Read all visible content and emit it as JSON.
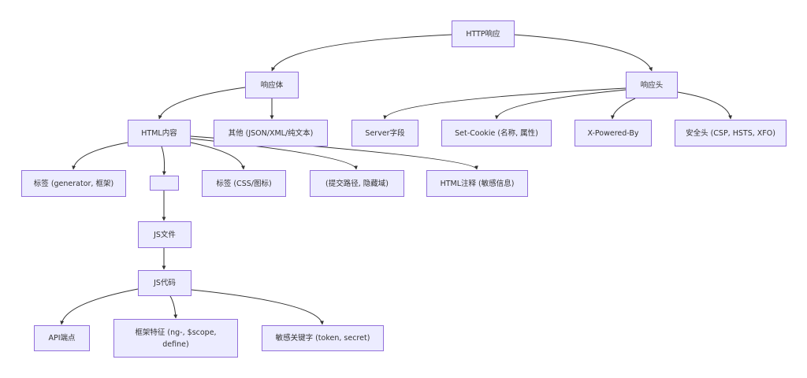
{
  "diagram": {
    "type": "flowchart",
    "direction": "top-down",
    "colors": {
      "node_fill": "#ececff",
      "node_border": "#9370db",
      "edge": "#333333",
      "text": "#333333"
    },
    "nodes": [
      {
        "id": "http_response",
        "label": "HTTP响应"
      },
      {
        "id": "response_body",
        "label": "响应体"
      },
      {
        "id": "response_headers",
        "label": "响应头"
      },
      {
        "id": "html_content",
        "label": "HTML内容"
      },
      {
        "id": "other",
        "label": "其他 (JSON/XML/纯文本)"
      },
      {
        "id": "server_field",
        "label": "Server字段"
      },
      {
        "id": "set_cookie",
        "label": "Set-Cookie (名称, 属性)"
      },
      {
        "id": "x_powered_by",
        "label": "X-Powered-By"
      },
      {
        "id": "security_headers",
        "label": "安全头 (CSP, HSTS, XFO)"
      },
      {
        "id": "meta_tags",
        "label": "标签 (generator, 框架)"
      },
      {
        "id": "empty_node",
        "label": ""
      },
      {
        "id": "link_tags",
        "label": "标签 (CSS/图标)"
      },
      {
        "id": "form_fields",
        "label": "(提交路径, 隐藏域)"
      },
      {
        "id": "html_comments",
        "label": "HTML注释 (敏感信息)"
      },
      {
        "id": "js_files",
        "label": "JS文件"
      },
      {
        "id": "js_code",
        "label": "JS代码"
      },
      {
        "id": "api_endpoints",
        "label": "API端点"
      },
      {
        "id": "framework_features",
        "label": "框架特征 (ng-, $scope, define)"
      },
      {
        "id": "sensitive_keywords",
        "label": "敏感关键字 (token, secret)"
      }
    ],
    "edges": [
      {
        "from": "http_response",
        "to": "response_body"
      },
      {
        "from": "http_response",
        "to": "response_headers"
      },
      {
        "from": "response_body",
        "to": "html_content"
      },
      {
        "from": "response_body",
        "to": "other"
      },
      {
        "from": "response_headers",
        "to": "server_field"
      },
      {
        "from": "response_headers",
        "to": "set_cookie"
      },
      {
        "from": "response_headers",
        "to": "x_powered_by"
      },
      {
        "from": "response_headers",
        "to": "security_headers"
      },
      {
        "from": "html_content",
        "to": "meta_tags"
      },
      {
        "from": "html_content",
        "to": "empty_node"
      },
      {
        "from": "html_content",
        "to": "link_tags"
      },
      {
        "from": "html_content",
        "to": "form_fields"
      },
      {
        "from": "html_content",
        "to": "html_comments"
      },
      {
        "from": "empty_node",
        "to": "js_files"
      },
      {
        "from": "js_files",
        "to": "js_code"
      },
      {
        "from": "js_code",
        "to": "api_endpoints"
      },
      {
        "from": "js_code",
        "to": "framework_features"
      },
      {
        "from": "js_code",
        "to": "sensitive_keywords"
      }
    ]
  }
}
